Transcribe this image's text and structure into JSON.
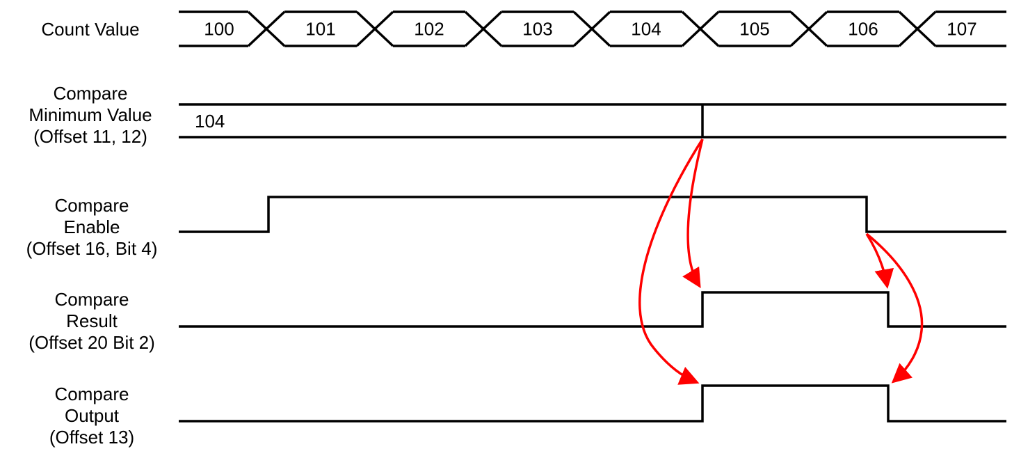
{
  "colors": {
    "signal": "#000000",
    "arrow": "#ff0000"
  },
  "signals": {
    "count": {
      "label": "Count Value",
      "values": [
        "100",
        "101",
        "102",
        "103",
        "104",
        "105",
        "106",
        "107"
      ]
    },
    "min_value": {
      "label_lines": [
        "Compare",
        "Minimum Value",
        "(Offset 11, 12)"
      ],
      "value": "104"
    },
    "enable": {
      "label_lines": [
        "Compare",
        "Enable",
        "(Offset 16, Bit 4)"
      ]
    },
    "result": {
      "label_lines": [
        "Compare",
        "Result",
        "(Offset 20 Bit 2)"
      ]
    },
    "output": {
      "label_lines": [
        "Compare",
        "Output",
        "(Offset 13)"
      ]
    }
  }
}
